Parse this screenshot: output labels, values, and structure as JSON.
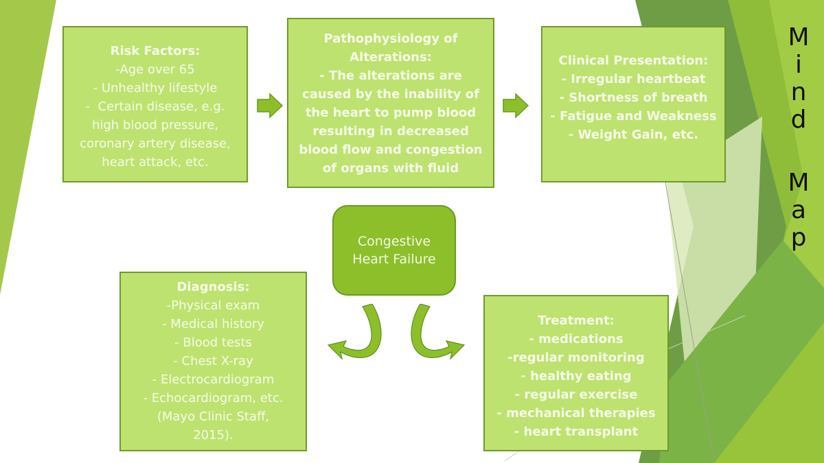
{
  "slide": {
    "title_letters": [
      "M",
      "i",
      "n",
      "d",
      "",
      "M",
      "a",
      "p"
    ],
    "title": "Mind Map",
    "colors": {
      "box_fill": "#bde270",
      "box_border": "#6e9a2a",
      "center_fill": "#8dbf2a",
      "arrow_fill": "#8dbf2a",
      "text_light": "#f7fbe8"
    }
  },
  "center_node": {
    "lines": [
      "Congestive",
      "Heart Failure"
    ]
  },
  "risk_factors": {
    "title": "Risk Factors:",
    "lines": [
      "-Age over 65",
      "- Unhealthy lifestyle",
      "-  Certain disease, e.g.",
      "high blood pressure,",
      "coronary artery disease,",
      "heart attack, etc."
    ]
  },
  "pathophysiology": {
    "title_lines": [
      "Pathophysiology of",
      "Alterations:"
    ],
    "lines": [
      "- The alterations are",
      "caused by the inability of",
      "the heart to pump blood",
      "resulting in decreased",
      "blood flow and congestion",
      "of organs with fluid"
    ]
  },
  "clinical_presentation": {
    "title": "Clinical Presentation:",
    "lines": [
      "- Irregular heartbeat",
      "- Shortness of breath",
      "- Fatigue and Weakness",
      "- Weight Gain, etc."
    ]
  },
  "diagnosis": {
    "title": "Diagnosis:",
    "lines": [
      "-Physical exam",
      "- Medical history",
      "- Blood tests",
      "- Chest X-ray",
      "- Electrocardiogram",
      "- Echocardiogram, etc.",
      "(Mayo Clinic Staff,",
      "2015)."
    ]
  },
  "treatment": {
    "title": "Treatment:",
    "lines": [
      "- medications",
      "-regular monitoring",
      "- healthy eating",
      "- regular exercise",
      "- mechanical therapies",
      "- heart transplant"
    ]
  }
}
